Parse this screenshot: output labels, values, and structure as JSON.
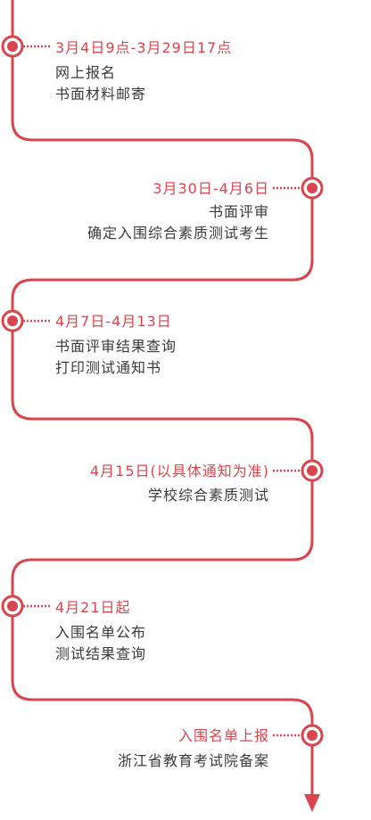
{
  "colors": {
    "accent": "#d8454d",
    "text": "#3a3a3a",
    "background": "#ffffff"
  },
  "events": [
    {
      "date": "3月4日9点-3月29日17点",
      "lines": [
        "网上报名",
        "书面材料邮寄"
      ]
    },
    {
      "date": "3月30日-4月6日",
      "lines": [
        "书面评审",
        "确定入围综合素质测试考生"
      ]
    },
    {
      "date": "4月7日-4月13日",
      "lines": [
        "书面评审结果查询",
        "打印测试通知书"
      ]
    },
    {
      "date": "4月15日(以具体通知为准)",
      "lines": [
        "学校综合素质测试"
      ]
    },
    {
      "date": "4月21日起",
      "lines": [
        "入围名单公布",
        "测试结果查询"
      ]
    },
    {
      "date": "入围名单上报",
      "lines": [
        "浙江省教育考试院备案"
      ]
    }
  ]
}
